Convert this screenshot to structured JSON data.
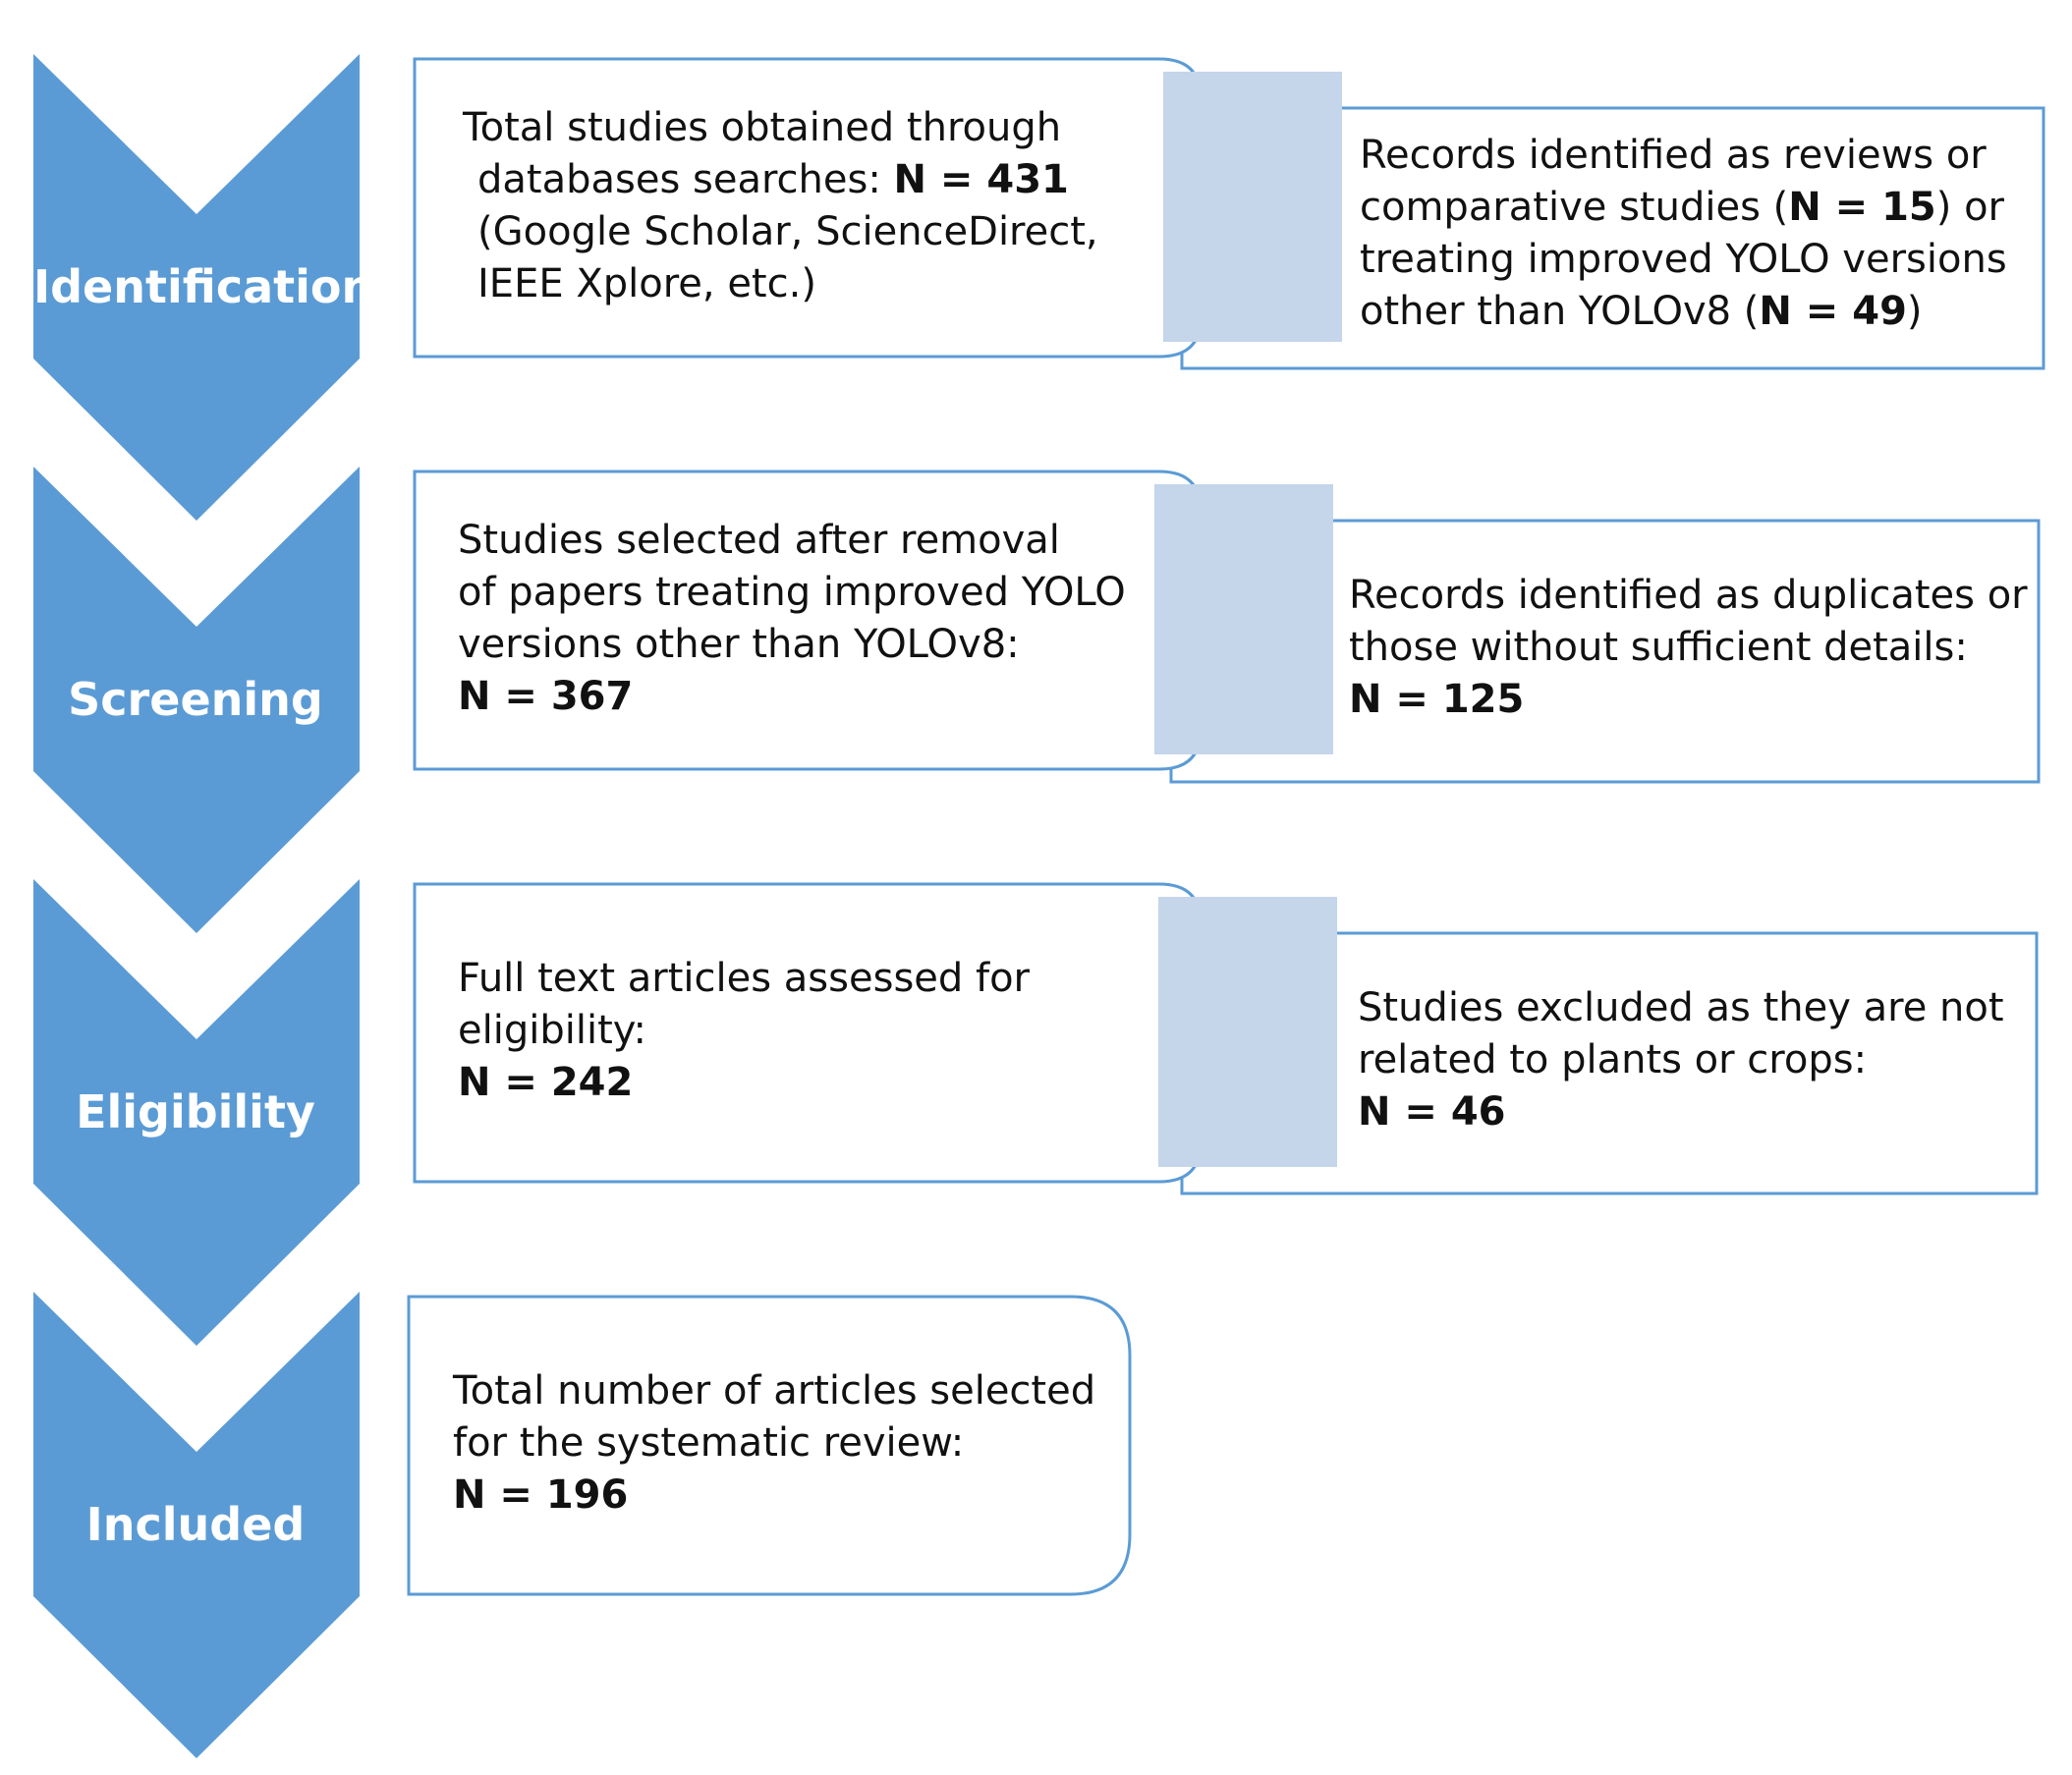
{
  "colors": {
    "chevron": "#5b9bd5",
    "box_border": "#5b9bd5",
    "connector": "#c5d5ea",
    "text": "#111111"
  },
  "stages": [
    {
      "label": "Identification"
    },
    {
      "label": "Screening"
    },
    {
      "label": "Eligibility"
    },
    {
      "label": "Included"
    }
  ],
  "main_boxes": [
    {
      "lines": [
        {
          "text": "Total studies obtained through"
        },
        {
          "text": "databases searches: ",
          "bold": "N = 431"
        },
        {
          "text": "(Google Scholar, ScienceDirect,"
        },
        {
          "text": "IEEE Xplore, etc.)"
        }
      ]
    },
    {
      "lines": [
        {
          "text": "Studies selected after removal"
        },
        {
          "text": "of papers treating improved YOLO"
        },
        {
          "text": "versions other than YOLOv8:"
        },
        {
          "text": "",
          "bold": "N = 367"
        }
      ]
    },
    {
      "lines": [
        {
          "text": "Full text articles assessed for"
        },
        {
          "text": "eligibility:"
        },
        {
          "text": "",
          "bold": "N = 242"
        }
      ]
    },
    {
      "lines": [
        {
          "text": "Total number of articles selected"
        },
        {
          "text": "for the systematic review:"
        },
        {
          "text": "",
          "bold": "N = 196"
        }
      ]
    }
  ],
  "exclusion_boxes": [
    {
      "line1": "Records identified as reviews or",
      "line2_a": "comparative studies (",
      "line2_b": "N = 15",
      "line2_c": ") or",
      "line3": "treating improved YOLO versions",
      "line4_a": "other than YOLOv8 (",
      "line4_b": "N = 49",
      "line4_c": ")"
    },
    {
      "lines": [
        {
          "text": "Records identified as duplicates or"
        },
        {
          "text": "those without sufficient details:"
        },
        {
          "text": "",
          "bold": "N = 125"
        }
      ]
    },
    {
      "lines": [
        {
          "text": "Studies excluded as they are not"
        },
        {
          "text": "related to plants or crops:"
        },
        {
          "text": "",
          "bold": "N = 46"
        }
      ]
    }
  ]
}
